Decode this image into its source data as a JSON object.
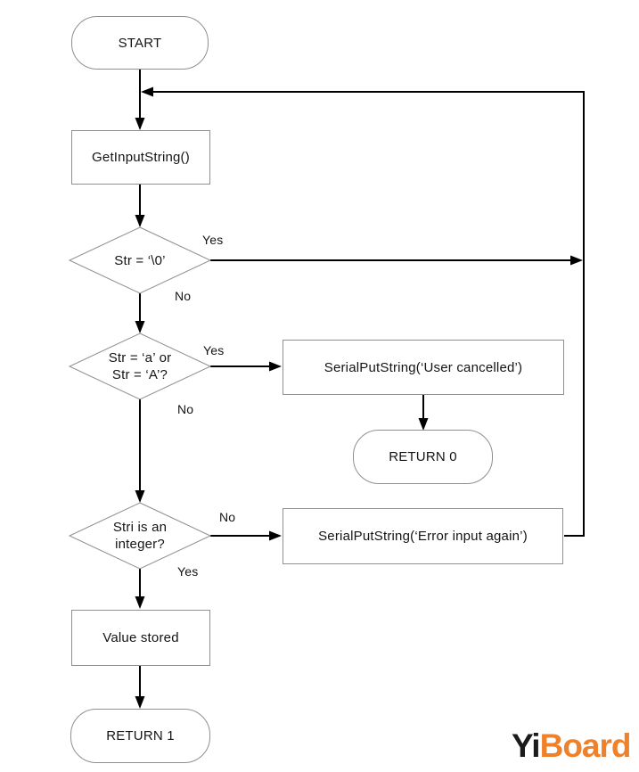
{
  "flowchart": {
    "start": {
      "label": "START"
    },
    "get_input_string": {
      "label": "GetInputString()"
    },
    "decision_str_null": {
      "text": "Str = ‘\\0’",
      "yes_label": "Yes",
      "no_label": "No"
    },
    "decision_str_a": {
      "line1": "Str = ‘a’ or",
      "line2": "Str = ‘A’?",
      "yes_label": "Yes",
      "no_label": "No"
    },
    "serial_put_cancelled": {
      "label": "SerialPutString(‘User cancelled’)"
    },
    "return_0": {
      "label": "RETURN 0"
    },
    "decision_integer": {
      "line1": "Stri is an",
      "line2": "integer?",
      "no_label": "No",
      "yes_label": "Yes"
    },
    "serial_put_error": {
      "label": "SerialPutString(‘Error input again’)"
    },
    "value_stored": {
      "label": "Value stored"
    },
    "return_1": {
      "label": "RETURN 1"
    }
  },
  "logo": {
    "text_dark": "Yi",
    "text_orange": "Board",
    "dark_color": "#1b1b1b",
    "orange_color": "#F0812B"
  },
  "colors": {
    "background": "#FFFFFF",
    "connector": "#000000",
    "shape_border": "#8F8F8F"
  }
}
